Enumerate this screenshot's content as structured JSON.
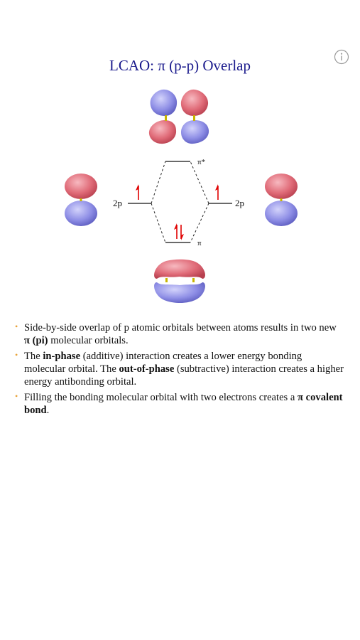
{
  "header": {
    "title": "LCAO: π (p-p) Overlap",
    "info_icon": "info-icon"
  },
  "diagram": {
    "left_level_label": "2p",
    "right_level_label": "2p",
    "antibonding_label": "π*",
    "bonding_label": "π",
    "colors": {
      "positive_lobe": "#e06b78",
      "negative_lobe": "#8f8fe6",
      "electron_arrow": "#e00000",
      "nucleus": "#c8b400"
    }
  },
  "bullets": [
    {
      "parts": [
        "Side-by-side overlap of p atomic orbitals between atoms results in two new ",
        "π (pi)",
        " molecular orbitals."
      ]
    },
    {
      "parts": [
        "The ",
        "in-phase",
        " (additive) interaction creates a lower energy bonding molecular orbital. The ",
        "out-of-phase",
        " (subtractive) interaction creates a higher energy antibonding orbital."
      ]
    },
    {
      "parts": [
        "Filling the bonding molecular orbital with two electrons creates a ",
        "π covalent bond",
        "."
      ]
    }
  ]
}
